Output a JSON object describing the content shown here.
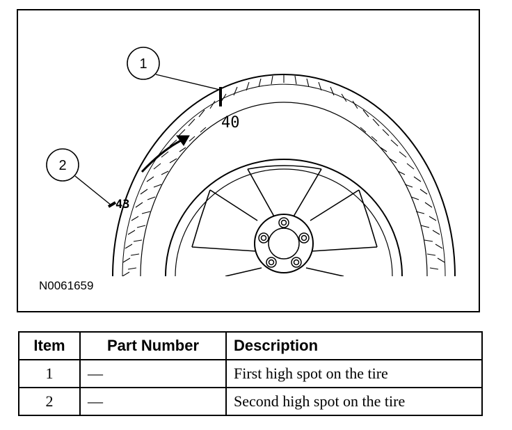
{
  "figure": {
    "id": "N0061659",
    "callouts": [
      {
        "number": "1"
      },
      {
        "number": "2"
      }
    ],
    "tire_marks": {
      "mark_1": "40",
      "mark_2": "43"
    }
  },
  "legend_table": {
    "headers": {
      "item": "Item",
      "part_number": "Part Number",
      "description": "Description"
    },
    "rows": [
      {
        "item": "1",
        "part_number": "—",
        "description": "First high spot on the tire"
      },
      {
        "item": "2",
        "part_number": "—",
        "description": "Second high spot on the tire"
      }
    ]
  }
}
